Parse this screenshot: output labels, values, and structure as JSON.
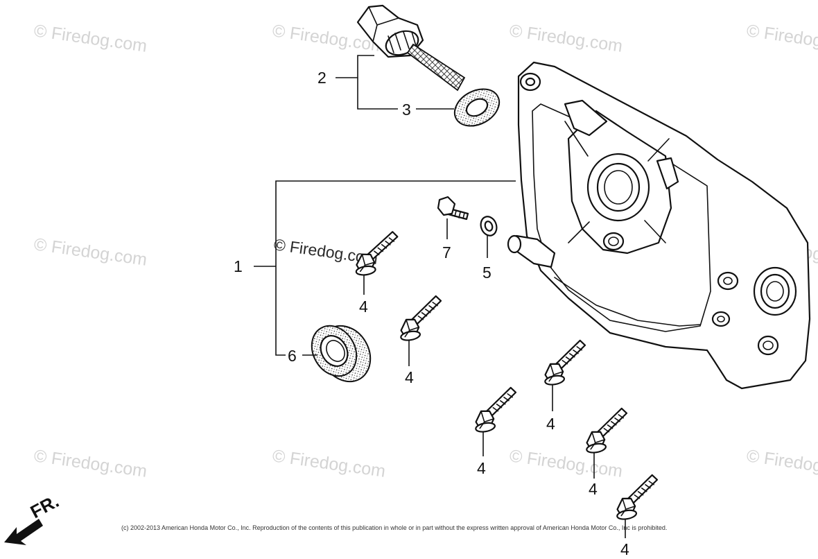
{
  "watermarks": [
    "© Firedog.com"
  ],
  "callouts": {
    "case_cover": "1",
    "oil_filler_cap": "2",
    "filler_washer": "3",
    "flange_bolt": "4",
    "washer": "5",
    "oil_seal": "6",
    "small_bolt": "7"
  },
  "direction_label": "FR.",
  "copyright": "(c) 2002-2013 American Honda Motor Co., Inc. Reproduction of the contents of this publication in whole or in part without the express written approval of American Honda Motor Co., Inc is prohibited."
}
